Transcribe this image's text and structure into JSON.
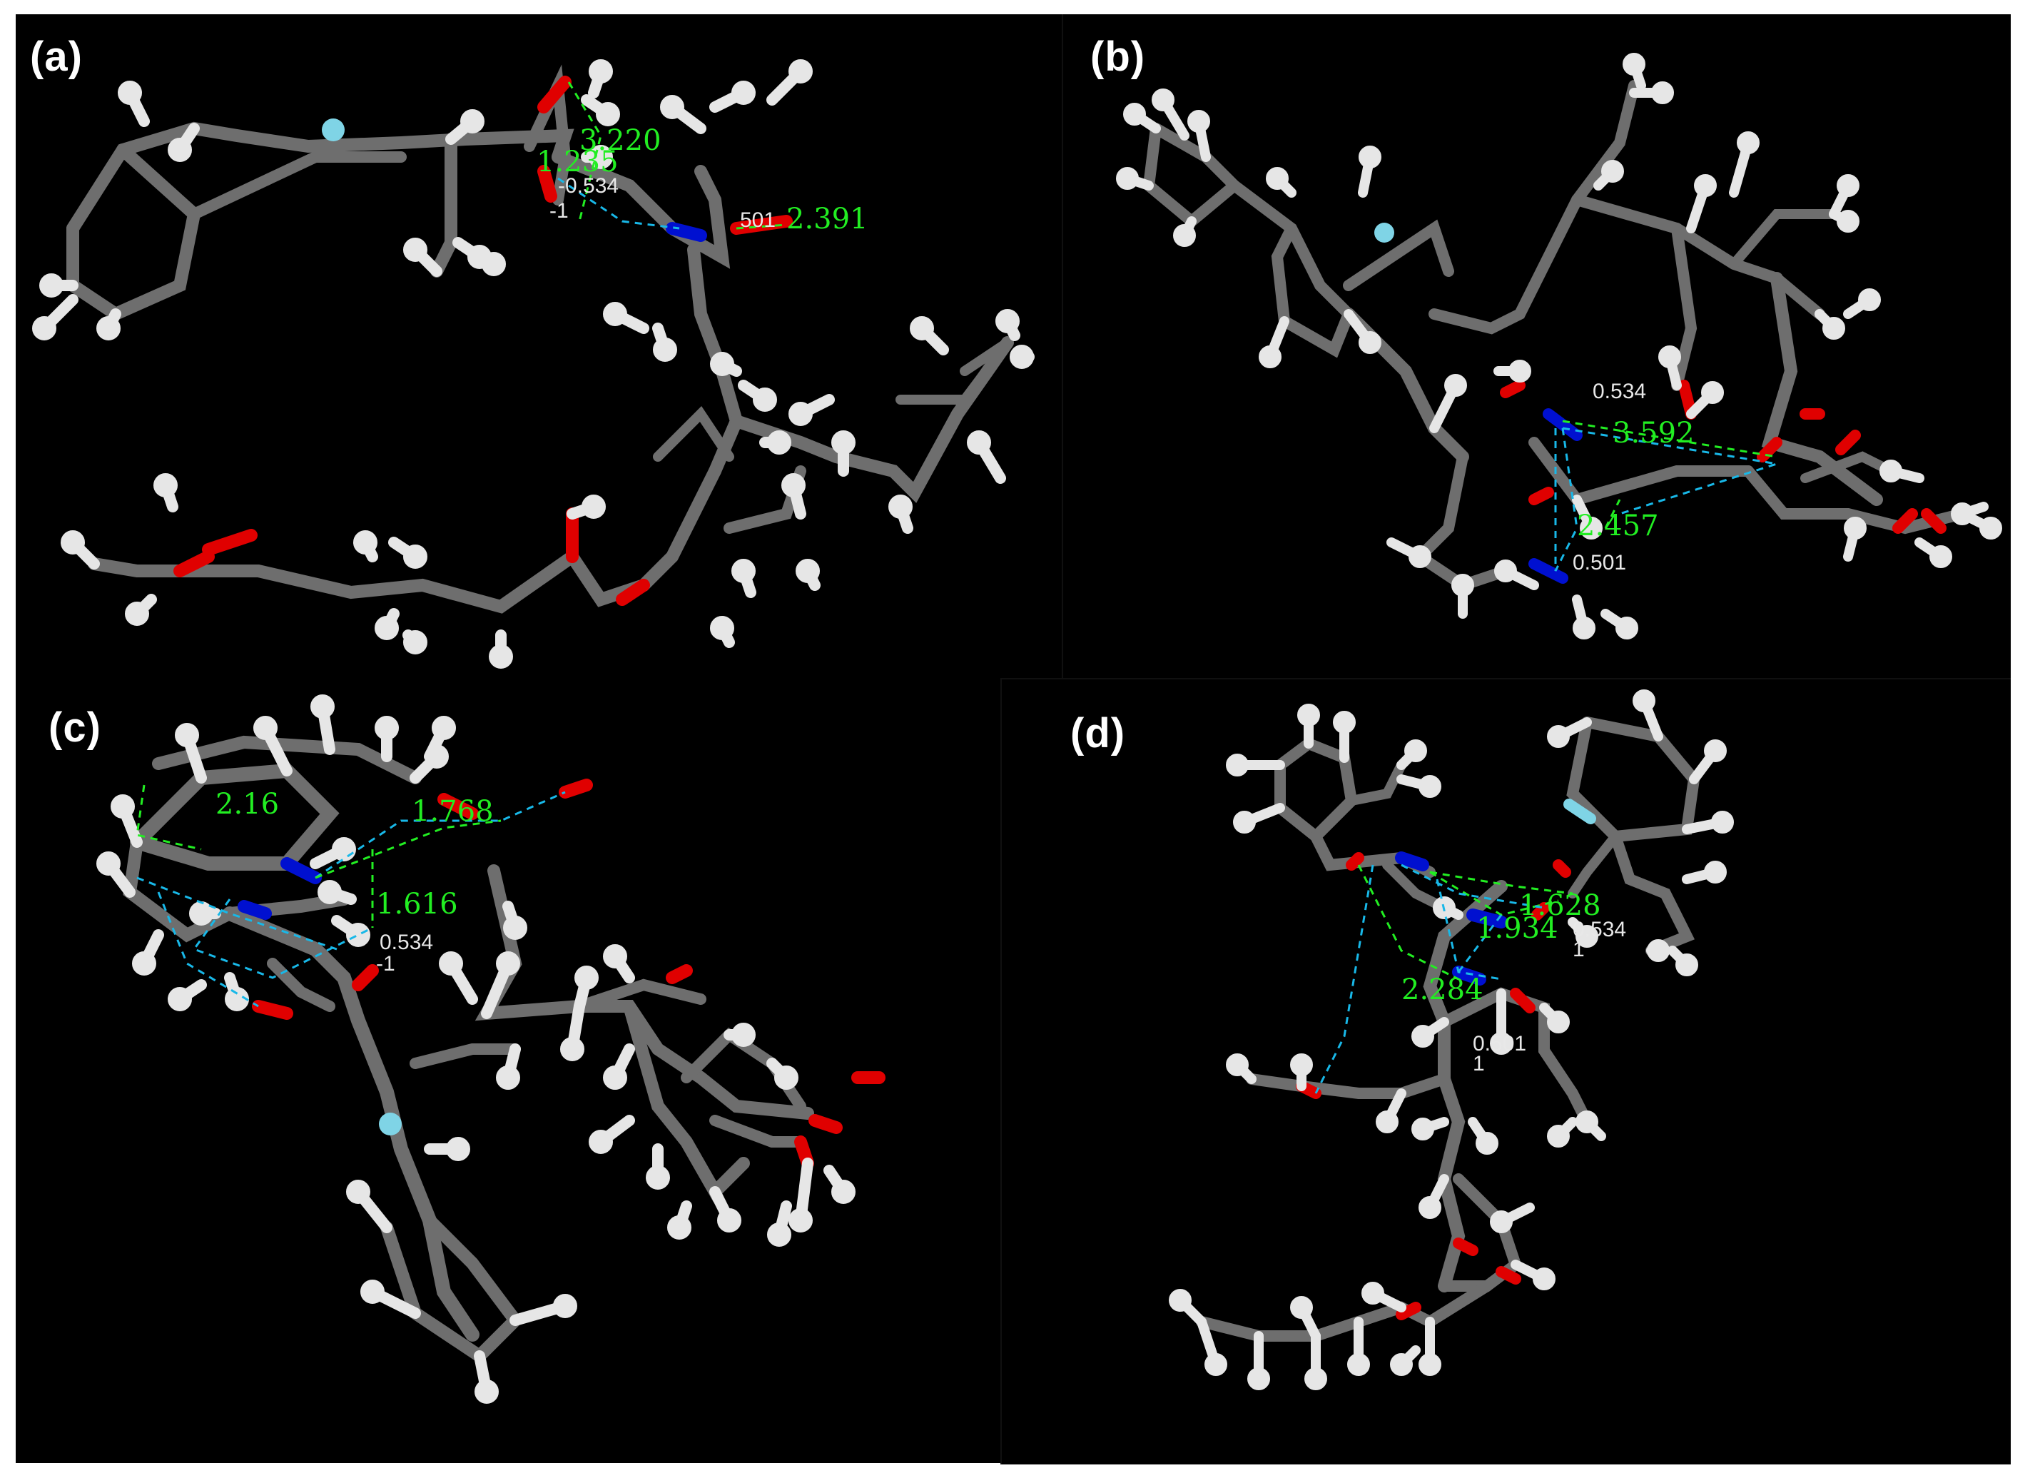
{
  "colors": {
    "background": "#000000",
    "carbon": "#6e6e6e",
    "hydrogen": "#e6e6e6",
    "oxygen": "#e00000",
    "nitrogen": "#0010d0",
    "fluorine": "#7fd4e6",
    "distance_label": "#22ee22",
    "charge_label": "#e8e8e8",
    "hbond_line": "#18b8e8"
  },
  "panels": [
    {
      "label": "(a)",
      "distances": [
        "3.220",
        "1.235",
        "2.391"
      ],
      "charges": [
        "-0.534",
        "-1",
        "501"
      ]
    },
    {
      "label": "(b)",
      "distances": [
        "3.592",
        "2.457"
      ],
      "charges": [
        "0.534",
        "0.501"
      ]
    },
    {
      "label": "(c)",
      "distances": [
        "2.16",
        "1.768",
        "1.616"
      ],
      "charges": [
        "0.534",
        "-1"
      ]
    },
    {
      "label": "(d)",
      "distances": [
        "1.628",
        "1.934",
        "2.284"
      ],
      "charges": [
        "0.534",
        "1",
        "0.501",
        "1"
      ]
    }
  ]
}
